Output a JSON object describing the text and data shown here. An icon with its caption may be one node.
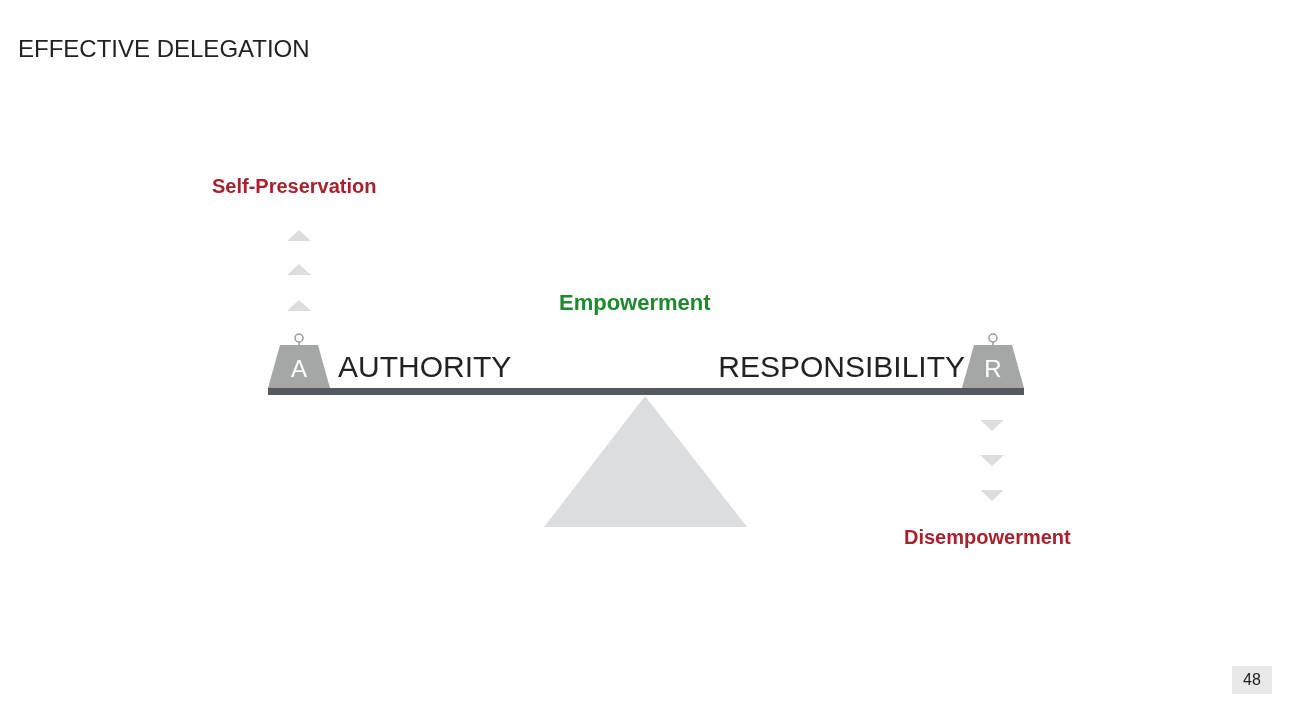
{
  "diagram": {
    "title": "EFFECTIVE DELEGATION",
    "nodes": [
      {
        "text": [
          "A"
        ]
      },
      {
        "text": [
          "R"
        ]
      },
      {
        "text": [],
        "shape": "triangle"
      }
    ],
    "labels": [
      "Self-Preservation",
      "Empowerment",
      "AUTHORITY",
      "RESPONSIBILITY",
      "Disempowerment",
      "48"
    ]
  }
}
